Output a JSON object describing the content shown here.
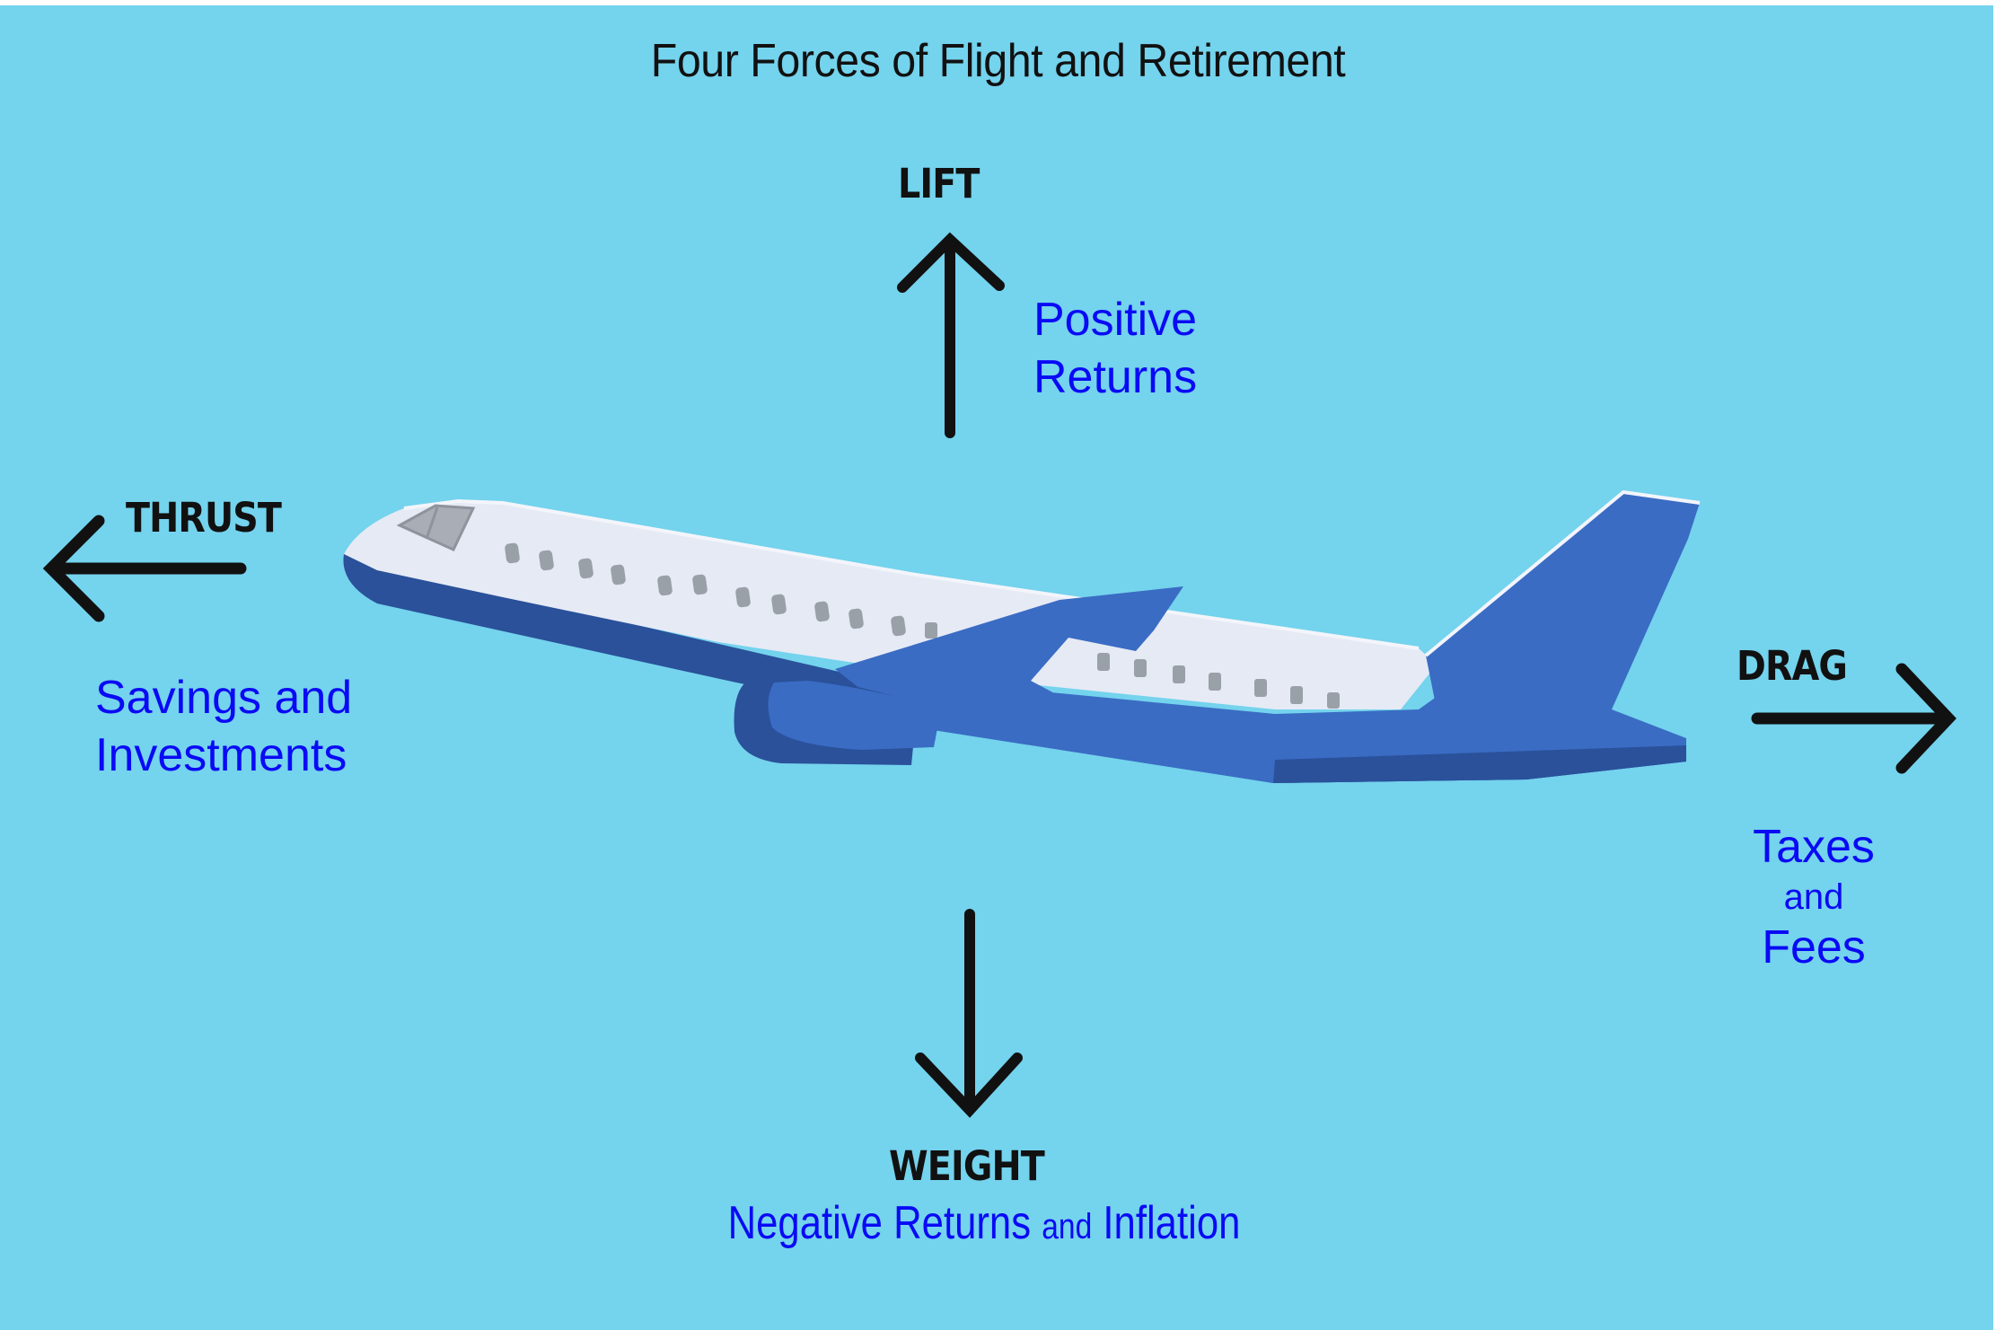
{
  "title": "Four Forces of Flight and Retirement",
  "colors": {
    "background": "#74D3ED",
    "label_text": "#111111",
    "description_text": "#0A0AF5",
    "fuselage_white": "#E6EAF5",
    "plane_blue": "#3A6CC4",
    "plane_dark_blue": "#2A519A",
    "window_gray": "#9AA0A8"
  },
  "forces": {
    "lift": {
      "label": "LIFT",
      "direction": "up",
      "description_line1": "Positive",
      "description_line2": "Returns"
    },
    "thrust": {
      "label": "THRUST",
      "direction": "left",
      "description_line1": "Savings and",
      "description_line2": "Investments"
    },
    "drag": {
      "label": "DRAG",
      "direction": "right",
      "description_line1": "Taxes",
      "description_line2": "and",
      "description_line3": "Fees"
    },
    "weight": {
      "label": "WEIGHT",
      "direction": "down",
      "description_part1": "Negative Returns",
      "description_part2": "and",
      "description_part3": "Inflation"
    }
  },
  "illustration": {
    "subject": "airplane-icon"
  }
}
